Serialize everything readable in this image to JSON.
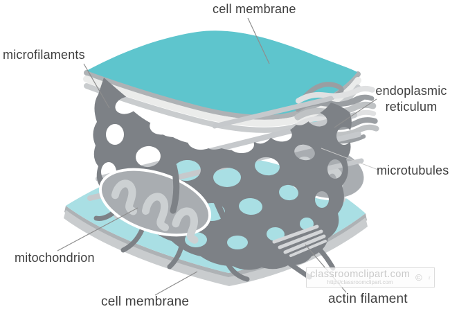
{
  "labels": {
    "cell_membrane_top": "cell membrane",
    "microfilaments": "microfilaments",
    "endoplasmic_reticulum_line1": "endoplasmic",
    "endoplasmic_reticulum_line2": "reticulum",
    "microtubules": "microtubules",
    "mitochondrion": "mitochondrion",
    "actin_filament": "actin filament",
    "cell_membrane_bottom": "cell membrane"
  },
  "watermark": {
    "site": "classroomclipart.com",
    "url": "http://classroomclipart.com",
    "copyright": "©"
  },
  "colors": {
    "teal_top": "#5ec5cd",
    "teal_bottom": "#a9dfe4",
    "band_dark": "#aeb2b5",
    "band_mid": "#c9ccce",
    "band_light": "#ebeceb",
    "mesh": "#7d8186",
    "rod": "#c6c9cc",
    "rod_light": "#d4d6d8",
    "organelle": "#a9adb1",
    "crista": "#ccd0d2",
    "er_dark": "#9a9ea2",
    "er_mid": "#bfc2c4",
    "er_light": "#e0e1e2",
    "er_teal": "#8fd2d8",
    "dot": "#6f7377",
    "label_text": "#3e3e3e",
    "leader": "#8e8e8e",
    "leader_light": "#c8c8c8",
    "watermark_text": "#c9c9c9",
    "watermark_url": "#cfcfcf",
    "watermark_border": "#dcdcdc"
  }
}
